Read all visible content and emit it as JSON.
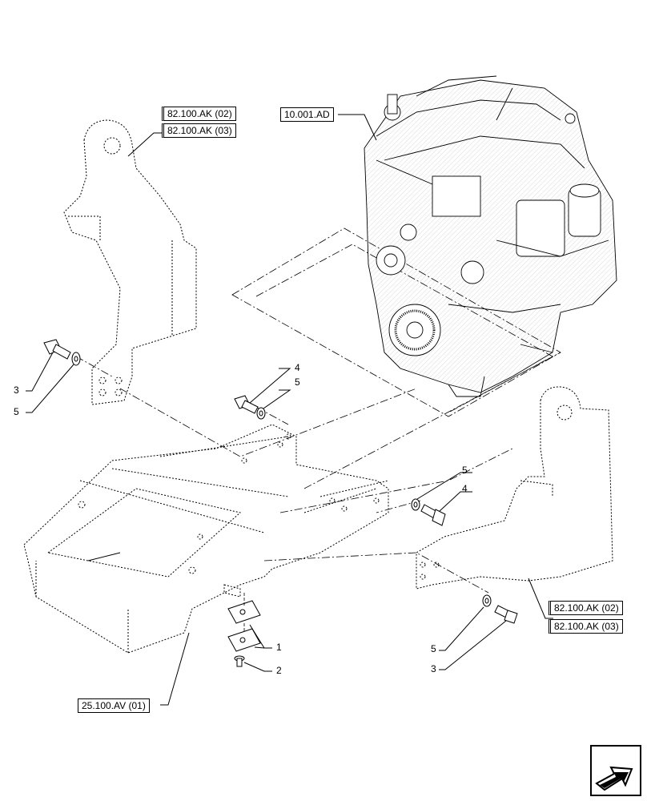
{
  "references": {
    "engine": "10.001.AD",
    "left_bracket_1": "82.100.AK (02)",
    "left_bracket_2": "82.100.AK (03)",
    "right_bracket_1": "82.100.AK (02)",
    "right_bracket_2": "82.100.AK (03)",
    "sump": "25.100.AV (01)"
  },
  "callouts": {
    "c3_left": "3",
    "c5_left": "5",
    "c4_mid": "4",
    "c5_mid": "5",
    "c5_right": "5",
    "c4_right": "4",
    "c1": "1",
    "c2": "2",
    "c5_lower": "5",
    "c3_lower": "3"
  },
  "nav": {
    "icon": "next-page-arrow-icon"
  }
}
